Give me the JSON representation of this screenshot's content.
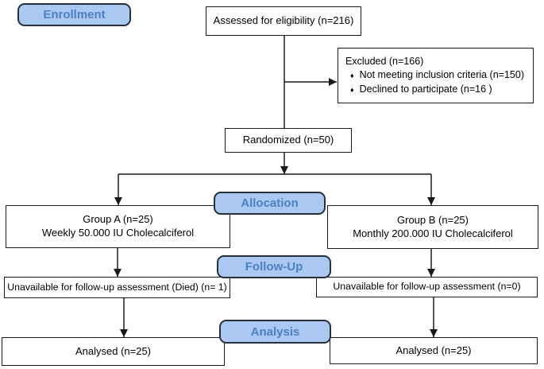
{
  "flow": {
    "stage_labels": {
      "enrollment": "Enrollment",
      "allocation": "Allocation",
      "follow_up": "Follow-Up",
      "analysis": "Analysis"
    },
    "assessed": {
      "label": "Assessed for eligibility (n=216)"
    },
    "excluded": {
      "title": "Excluded (n=166)",
      "bullet": "♦",
      "items": [
        "Not meeting inclusion criteria (n=150)",
        "Declined to participate (n=16 )"
      ]
    },
    "randomized": {
      "label": "Randomized (n=50)"
    },
    "group_a": {
      "line1": "Group A (n=25)",
      "line2": "Weekly 50.000 IU Cholecalciferol"
    },
    "group_b": {
      "line1": "Group B (n=25)",
      "line2": "Monthly 200.000 IU Cholecalciferol"
    },
    "follow_up_a": {
      "label": "Unavailable for follow-up assessment (Died) (n= 1)"
    },
    "follow_up_b": {
      "label": "Unavailable for follow-up assessment (n=0)"
    },
    "analysed_a": {
      "label": "Analysed (n=25)"
    },
    "analysed_b": {
      "label": "Analysed (n=25)"
    },
    "colors": {
      "stage_fill": "#abc8f3",
      "stage_border": "#26313c",
      "stage_text": "#4d7fc4",
      "box_fill": "#ffffff",
      "box_border": "#1a1a1a",
      "line": "#1a1a1a"
    }
  }
}
